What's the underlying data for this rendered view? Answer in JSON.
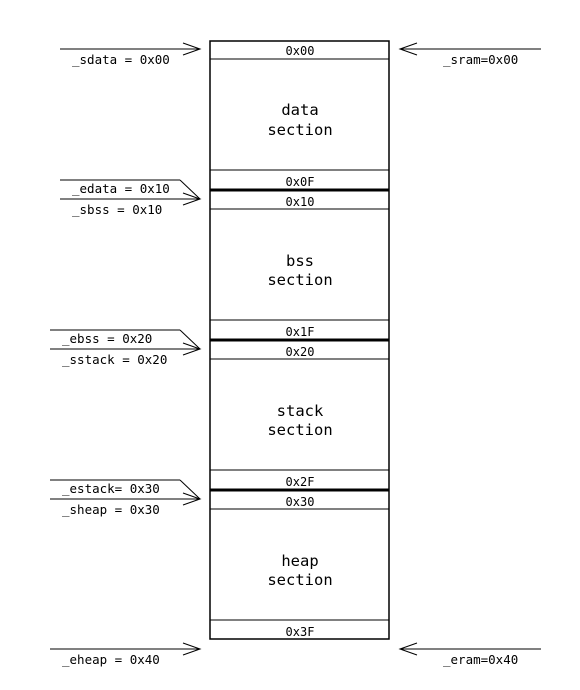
{
  "diagram": {
    "sections": [
      {
        "name_line1": "data",
        "name_line2": "section",
        "start_addr": "0x00",
        "end_addr": "0x0F"
      },
      {
        "name_line1": "bss",
        "name_line2": "section",
        "start_addr": "0x10",
        "end_addr": "0x1F"
      },
      {
        "name_line1": "stack",
        "name_line2": "section",
        "start_addr": "0x20",
        "end_addr": "0x2F"
      },
      {
        "name_line1": "heap",
        "name_line2": "section",
        "start_addr": "0x30",
        "end_addr": "0x3F"
      }
    ],
    "left_labels": {
      "sdata": "_sdata = 0x00",
      "edata": "_edata = 0x10",
      "sbss": "_sbss = 0x10",
      "ebss": "_ebss = 0x20",
      "sstack": "_sstack = 0x20",
      "estack": "_estack= 0x30",
      "sheap": "_sheap = 0x30",
      "eheap": "_eheap = 0x40"
    },
    "right_labels": {
      "sram": "_sram=0x00",
      "eram": "_eram=0x40"
    }
  }
}
